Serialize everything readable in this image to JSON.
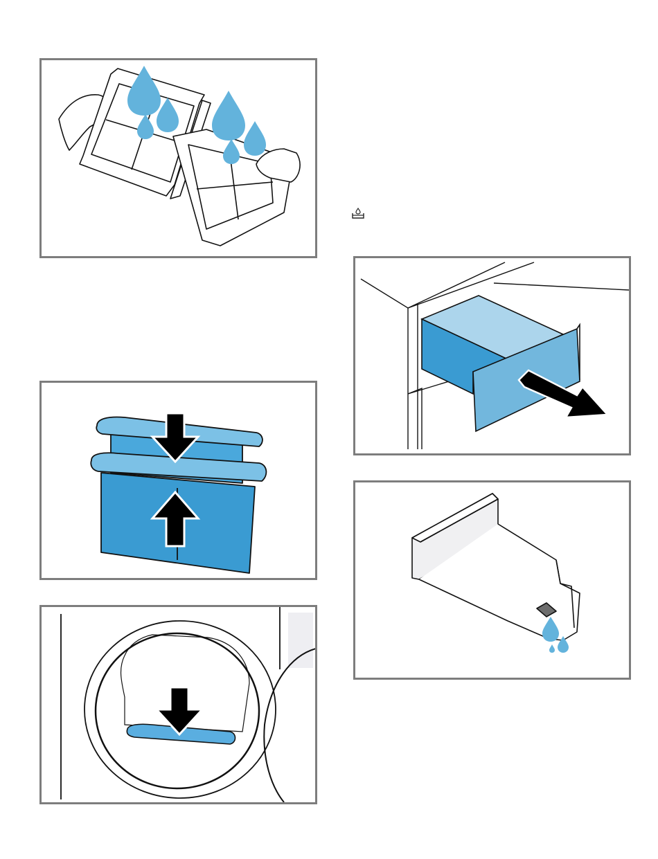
{
  "page": {
    "illustrations": [
      {
        "id": "filters-rinse",
        "icon": "water-drop-icon"
      },
      {
        "id": "filter-assemble",
        "icon": "arrow-icon"
      },
      {
        "id": "filter-insert-drum",
        "icon": "arrow-down-icon"
      },
      {
        "id": "container-pull-out",
        "icon": "arrow-icon"
      },
      {
        "id": "container-drain",
        "icon": "water-drop-icon"
      }
    ],
    "symbol": {
      "icon": "water-container-icon"
    },
    "colors": {
      "water_drop": "#63b3dc",
      "filter_blue": "#3a9bd2",
      "drawer_light": "#acd5ec",
      "drawer_mid": "#72b7dd",
      "frame": "#7d7d7d",
      "arrow": "#000000"
    }
  }
}
